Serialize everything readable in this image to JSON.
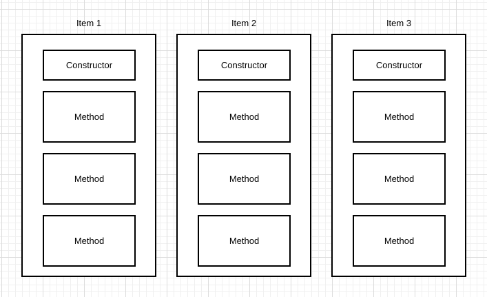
{
  "style": {
    "background_color": "#ffffff",
    "grid_minor_color": "#f0f0f0",
    "grid_major_color": "#dcdcdc",
    "shape_fill_color": "#ffffff",
    "shape_stroke_color": "#000000",
    "text_color": "#000000"
  },
  "groups": [
    {
      "label": "Item 1",
      "boxes": [
        "Constructor",
        "Method",
        "Method",
        "Method"
      ]
    },
    {
      "label": "Item 2",
      "boxes": [
        "Constructor",
        "Method",
        "Method",
        "Method"
      ]
    },
    {
      "label": "Item 3",
      "boxes": [
        "Constructor",
        "Method",
        "Method",
        "Method"
      ]
    }
  ]
}
